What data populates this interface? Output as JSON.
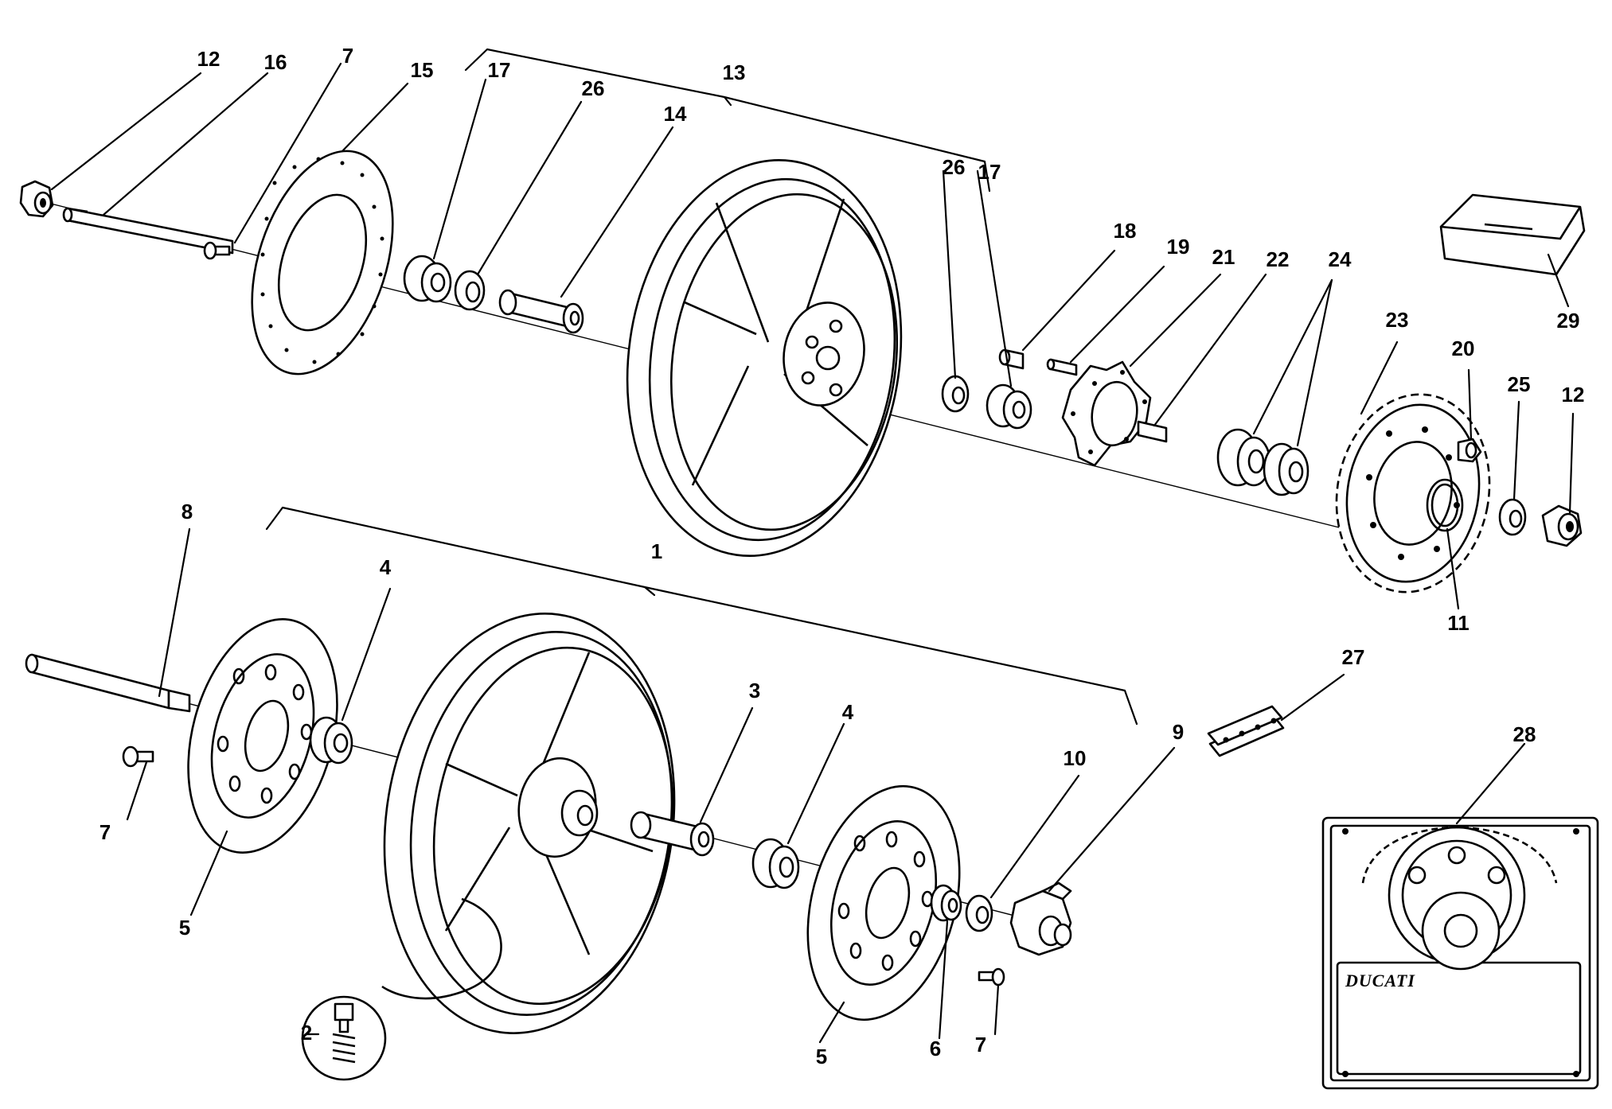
{
  "labels": {
    "l1": "1",
    "l2": "2",
    "l3": "3",
    "l4a": "4",
    "l4b": "4",
    "l5a": "5",
    "l5b": "5",
    "l6": "6",
    "l7a": "7",
    "l7b": "7",
    "l7c": "7",
    "l8": "8",
    "l9": "9",
    "l10": "10",
    "l11": "11",
    "l12a": "12",
    "l12b": "12",
    "l13": "13",
    "l14": "14",
    "l15": "15",
    "l16": "16",
    "l17a": "17",
    "l17b": "17",
    "l18": "18",
    "l19": "19",
    "l20": "20",
    "l21": "21",
    "l22": "22",
    "l23": "23",
    "l24": "24",
    "l25": "25",
    "l26a": "26",
    "l26b": "26",
    "l27": "27",
    "l28": "28",
    "l29": "29"
  },
  "logo_text": "DUCATI",
  "colors": {
    "ink": "#000000",
    "paper": "#ffffff"
  }
}
